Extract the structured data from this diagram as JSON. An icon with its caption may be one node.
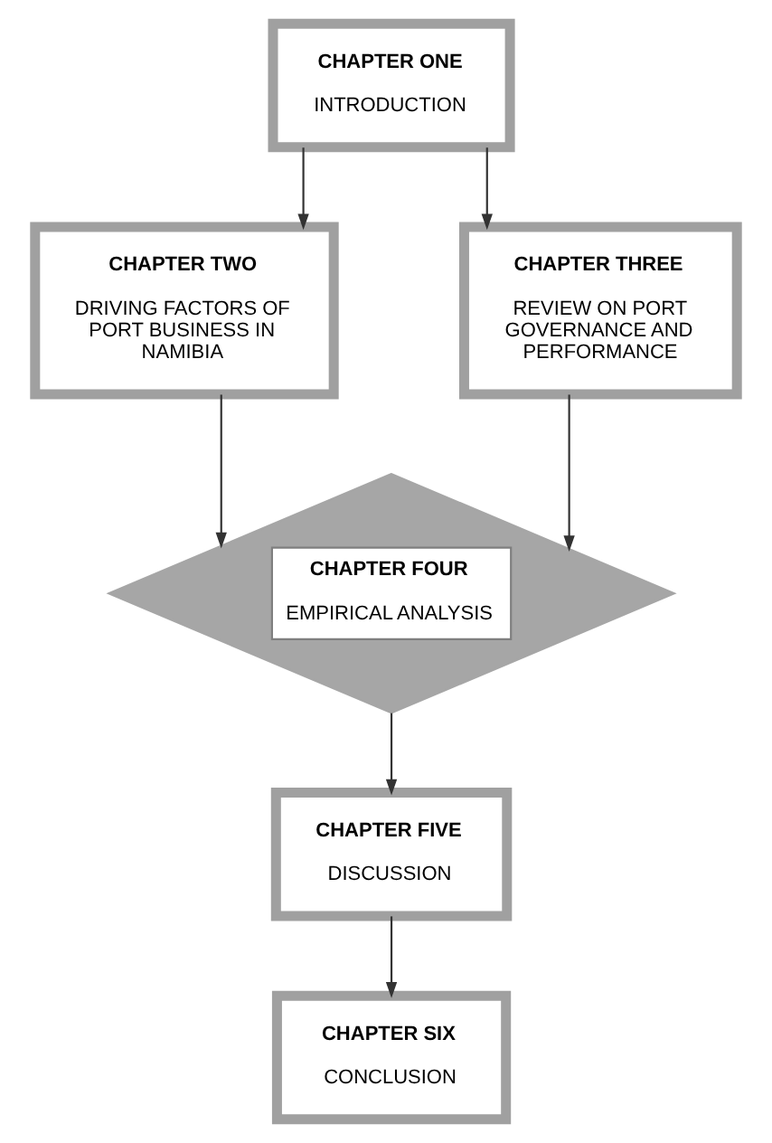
{
  "diagram": {
    "nodes": [
      {
        "text": [
          "CHAPTER ONE",
          "INTRODUCTION"
        ]
      },
      {
        "text": [
          "CHAPTER TWO",
          "DRIVING FACTORS OF PORT BUSINESS IN NAMIBIA"
        ]
      },
      {
        "text": [
          "CHAPTER THREE",
          "REVIEW ON PORT GOVERNANCE AND PERFORMANCE"
        ]
      },
      {
        "text": [
          "CHAPTER FOUR",
          "EMPIRICAL ANALYSIS"
        ]
      },
      {
        "text": [
          "CHAPTER FIVE",
          "DISCUSSION"
        ]
      },
      {
        "text": [
          "CHAPTER SIX",
          "CONCLUSION"
        ]
      }
    ],
    "edges": [
      {
        "from": 0,
        "to": 1,
        "arrow": "to"
      },
      {
        "from": 0,
        "to": 2,
        "arrow": "to"
      },
      {
        "from": 1,
        "to": 3,
        "arrow": "to"
      },
      {
        "from": 2,
        "to": 3,
        "arrow": "to"
      },
      {
        "from": 3,
        "to": 4,
        "arrow": "to"
      },
      {
        "from": 4,
        "to": 5,
        "arrow": "to"
      }
    ]
  }
}
